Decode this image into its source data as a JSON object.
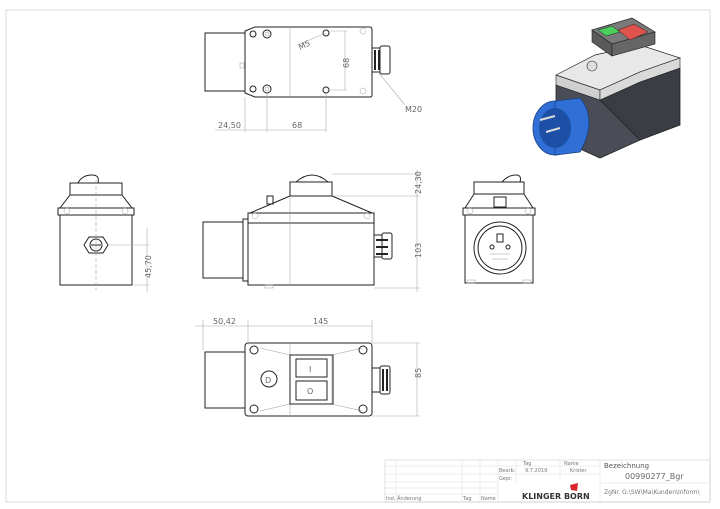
{
  "drawing": {
    "views": {
      "top": {
        "dimensions": {
          "hole_label": "M5",
          "hole_spacing_vertical": "68",
          "offset": "24,50",
          "hole_spacing_horizontal": "68",
          "gland_label": "M20"
        }
      },
      "left": {
        "dimensions": {
          "height_label": "45,70"
        }
      },
      "front": {
        "dimensions": {
          "top_height": "24,30",
          "body_height": "103"
        }
      },
      "right": {},
      "bottom": {
        "dimensions": {
          "plug_length": "50,42",
          "body_length": "145",
          "body_width": "85"
        },
        "switch_on_label": "I",
        "switch_off_label": "O",
        "badge_label": "D"
      },
      "iso": {
        "colors": {
          "plug": "#2f6fd6",
          "green_button": "#4ccf5a",
          "red_button": "#e0524d",
          "body_dark": "#4a4d55",
          "body_light": "#e8e8e8"
        }
      }
    },
    "title_block": {
      "col_tag": "Tag",
      "col_name": "Name",
      "row_bearb": "Bearb.",
      "row_gepr": "Gepr.",
      "bearb_date": "9.7.2019",
      "bearb_name": "Krister",
      "footer_ind": "Ind.",
      "footer_change": "Änderung",
      "footer_tag": "Tag",
      "footer_name": "Name",
      "designation_label": "Bezeichnung",
      "designation_value": "00990277_Bgr",
      "path_label": "ZgNr. G:\\SW\\Ma\\Kunden\\Inform\\",
      "company": "KLINGER BORN",
      "logo_color": "#d8262c"
    }
  }
}
